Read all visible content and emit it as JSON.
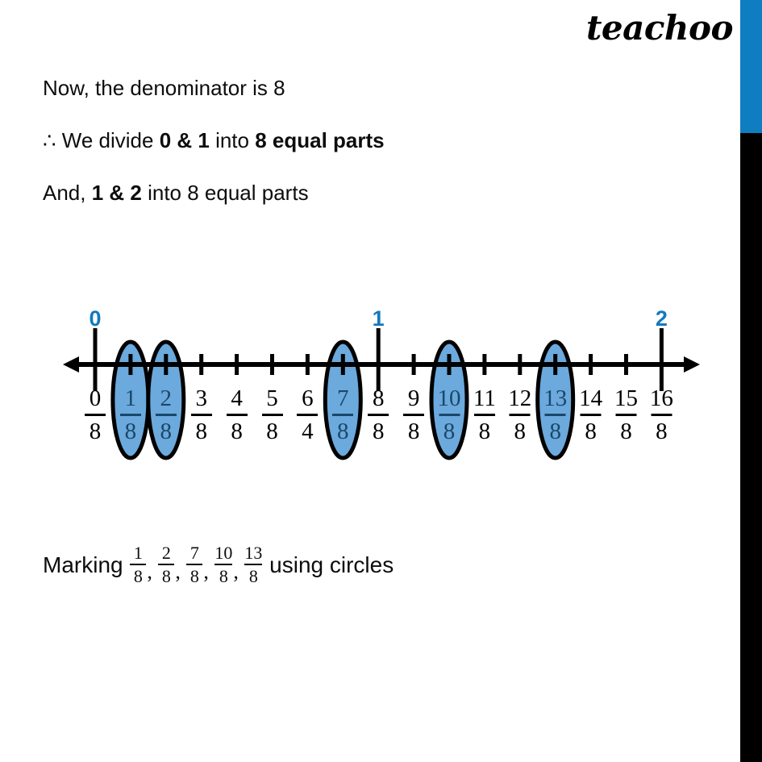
{
  "theme": {
    "accent_blue": "#1479be",
    "edge_bar_blue": "#0f7dc2",
    "edge_bar_black": "#000000",
    "ellipse_fill": "#6ca9dc",
    "ellipse_stroke": "#000000",
    "circled_text": "#19486b",
    "text_black": "#0d0d0d"
  },
  "brand": {
    "logo_text": "teachoo"
  },
  "body_text": {
    "line1": {
      "full": "Now, the denominator is 8",
      "segments": [
        {
          "text": "Now, the denominator is 8",
          "bold": false
        }
      ]
    },
    "line2": {
      "full": "∴ We divide 0 & 1 into 8 equal parts",
      "segments": [
        {
          "text": "∴ We divide ",
          "bold": false
        },
        {
          "text": "0 & 1",
          "bold": true
        },
        {
          "text": " into ",
          "bold": false
        },
        {
          "text": "8 equal parts",
          "bold": true
        }
      ]
    },
    "line3": {
      "full": "And, 1 & 2 into 8 equal parts",
      "segments": [
        {
          "text": "And, ",
          "bold": false
        },
        {
          "text": "1 & 2",
          "bold": true
        },
        {
          "text": " into 8 equal parts",
          "bold": false
        }
      ]
    }
  },
  "number_line": {
    "axis_label_left_arrow": "left-arrow",
    "axis_label_right_arrow": "right-arrow",
    "endpoint_labels": [
      {
        "label": "0",
        "tick_index": 0
      },
      {
        "label": "1",
        "tick_index": 8
      },
      {
        "label": "2",
        "tick_index": 16
      }
    ],
    "ticks": [
      {
        "index": 0,
        "numerator": "0",
        "denominator": "8",
        "circled": false
      },
      {
        "index": 1,
        "numerator": "1",
        "denominator": "8",
        "circled": true
      },
      {
        "index": 2,
        "numerator": "2",
        "denominator": "8",
        "circled": true
      },
      {
        "index": 3,
        "numerator": "3",
        "denominator": "8",
        "circled": false
      },
      {
        "index": 4,
        "numerator": "4",
        "denominator": "8",
        "circled": false
      },
      {
        "index": 5,
        "numerator": "5",
        "denominator": "8",
        "circled": false
      },
      {
        "index": 6,
        "numerator": "6",
        "denominator": "4",
        "circled": false
      },
      {
        "index": 7,
        "numerator": "7",
        "denominator": "8",
        "circled": true
      },
      {
        "index": 8,
        "numerator": "8",
        "denominator": "8",
        "circled": false
      },
      {
        "index": 9,
        "numerator": "9",
        "denominator": "8",
        "circled": false
      },
      {
        "index": 10,
        "numerator": "10",
        "denominator": "8",
        "circled": true
      },
      {
        "index": 11,
        "numerator": "11",
        "denominator": "8",
        "circled": false
      },
      {
        "index": 12,
        "numerator": "12",
        "denominator": "8",
        "circled": false
      },
      {
        "index": 13,
        "numerator": "13",
        "denominator": "8",
        "circled": true
      },
      {
        "index": 14,
        "numerator": "14",
        "denominator": "8",
        "circled": false
      },
      {
        "index": 15,
        "numerator": "15",
        "denominator": "8",
        "circled": false
      },
      {
        "index": 16,
        "numerator": "16",
        "denominator": "8",
        "circled": false
      }
    ],
    "circled_tick_indices": [
      1,
      2,
      7,
      10,
      13
    ]
  },
  "marking_caption": {
    "prefix": "Marking",
    "fractions": [
      {
        "numerator": "1",
        "denominator": "8"
      },
      {
        "numerator": "2",
        "denominator": "8"
      },
      {
        "numerator": "7",
        "denominator": "8"
      },
      {
        "numerator": "10",
        "denominator": "8"
      },
      {
        "numerator": "13",
        "denominator": "8"
      }
    ],
    "separator": ",",
    "suffix": "using circles"
  }
}
